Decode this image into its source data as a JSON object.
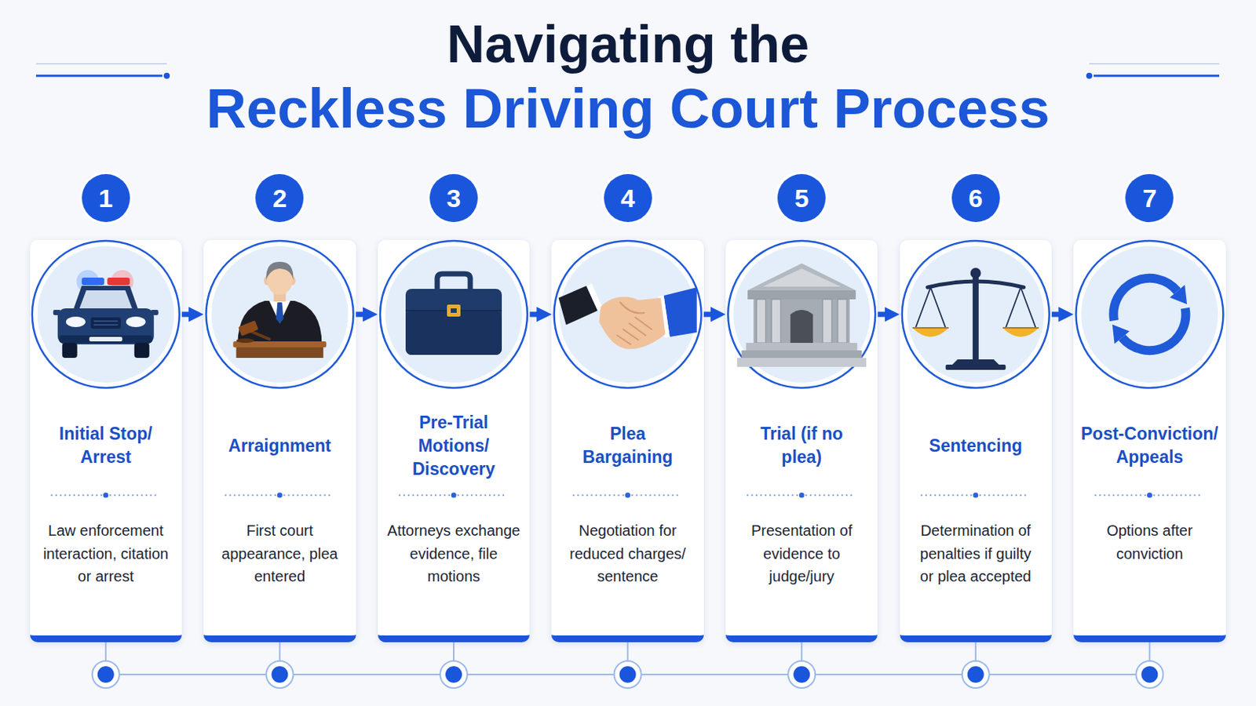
{
  "diagram": {
    "title": "Navigating the Reckless Driving Court Process",
    "nodes": [
      {
        "text": [
          "1"
        ]
      },
      {
        "text": [
          "Initial Stop/ Arrest",
          "Law enforcement interaction, citation or arrest"
        ]
      },
      {
        "text": [
          "2"
        ]
      },
      {
        "text": [
          "Arraignment",
          "First court appearance, plea entered"
        ]
      },
      {
        "text": [
          "3"
        ]
      },
      {
        "text": [
          "Pre-Trial Motions/ Discovery",
          "Attorneys exchange evidence, file motions"
        ]
      },
      {
        "text": [
          "4"
        ]
      },
      {
        "text": [
          "Plea Bargaining",
          "Negotiation for reduced charges/ sentence"
        ]
      },
      {
        "text": [
          "5"
        ]
      },
      {
        "text": [
          "Trial (if no plea)",
          "Presentation of evidence to judge/jury"
        ]
      },
      {
        "text": [
          "6"
        ]
      },
      {
        "text": [
          "Sentencing",
          "Determination of penalties if guilty or plea accepted"
        ]
      },
      {
        "text": [
          "7"
        ]
      },
      {
        "text": [
          "Post-Conviction/ Appeals",
          "Options after conviction"
        ]
      }
    ],
    "edges": [
      {
        "from": 1,
        "to": 3,
        "arrow": "to"
      },
      {
        "from": 3,
        "to": 5,
        "arrow": "to"
      },
      {
        "from": 5,
        "to": 7,
        "arrow": "to"
      },
      {
        "from": 7,
        "to": 9,
        "arrow": "to"
      },
      {
        "from": 9,
        "to": 11,
        "arrow": "to"
      },
      {
        "from": 11,
        "to": 13,
        "arrow": "to"
      }
    ]
  }
}
